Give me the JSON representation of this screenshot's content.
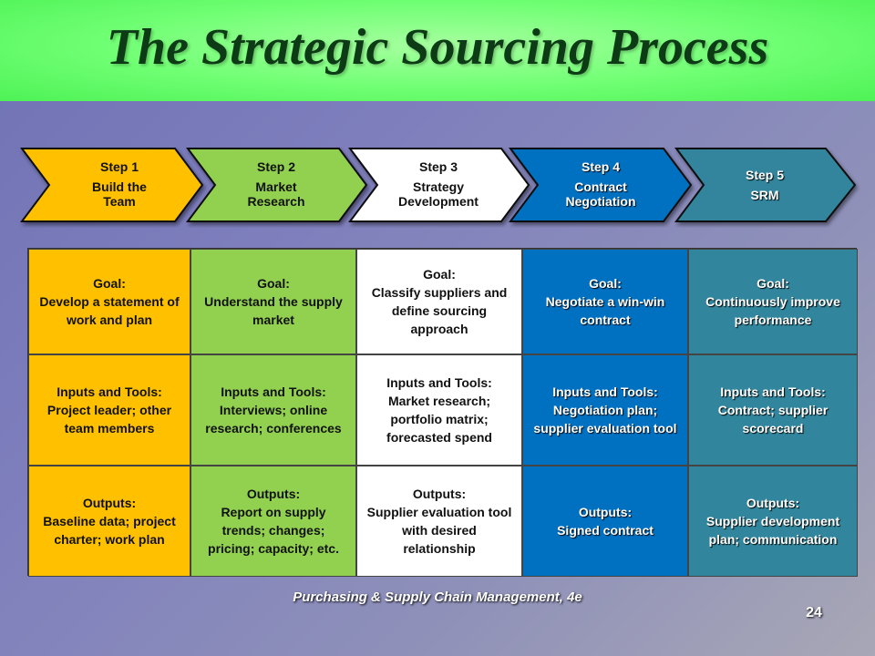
{
  "title": "The Strategic Sourcing Process",
  "steps": [
    {
      "num": "Step 1",
      "name": "Build the Team",
      "color": "#ffc000"
    },
    {
      "num": "Step 2",
      "name": "Market Research",
      "color": "#92d050"
    },
    {
      "num": "Step 3",
      "name": "Strategy Development",
      "color": "#ffffff"
    },
    {
      "num": "Step 4",
      "name": "Contract Negotiation",
      "color": "#0070c0"
    },
    {
      "num": "Step 5",
      "name": "SRM",
      "color": "#31859c"
    }
  ],
  "table": {
    "goals": [
      {
        "label": "Goal:",
        "text": "Develop a statement of work and plan"
      },
      {
        "label": "Goal:",
        "text": "Understand the supply market"
      },
      {
        "label": "Goal:",
        "text": "Classify suppliers and define sourcing approach"
      },
      {
        "label": "Goal:",
        "text": "Negotiate a win-win contract"
      },
      {
        "label": "Goal:",
        "text": "Continuously improve performance"
      }
    ],
    "inputs": [
      {
        "label": "Inputs and Tools:",
        "text": "Project leader; other team members"
      },
      {
        "label": "Inputs and Tools:",
        "text": "Interviews; online research; conferences"
      },
      {
        "label": "Inputs and Tools:",
        "text": "Market research; portfolio matrix; forecasted spend"
      },
      {
        "label": "Inputs and Tools:",
        "text": "Negotiation plan; supplier evaluation tool"
      },
      {
        "label": "Inputs and Tools:",
        "text": "Contract; supplier scorecard"
      }
    ],
    "outputs": [
      {
        "label": "Outputs:",
        "text": "Baseline data; project charter; work plan"
      },
      {
        "label": "Outputs:",
        "text": "Report on supply trends; changes; pricing; capacity; etc."
      },
      {
        "label": "Outputs:",
        "text": "Supplier evaluation tool with desired relationship"
      },
      {
        "label": "Outputs:",
        "text": "Signed contract"
      },
      {
        "label": "Outputs:",
        "text": "Supplier development plan; communication"
      }
    ]
  },
  "footer": "Purchasing & Supply Chain Management, 4e",
  "page_number": "24"
}
